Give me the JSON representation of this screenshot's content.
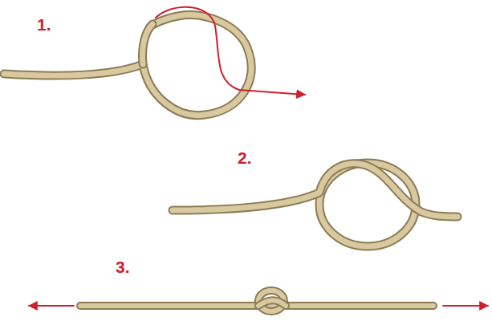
{
  "diagram": {
    "labels": [
      "1.",
      "2.",
      "3."
    ]
  }
}
